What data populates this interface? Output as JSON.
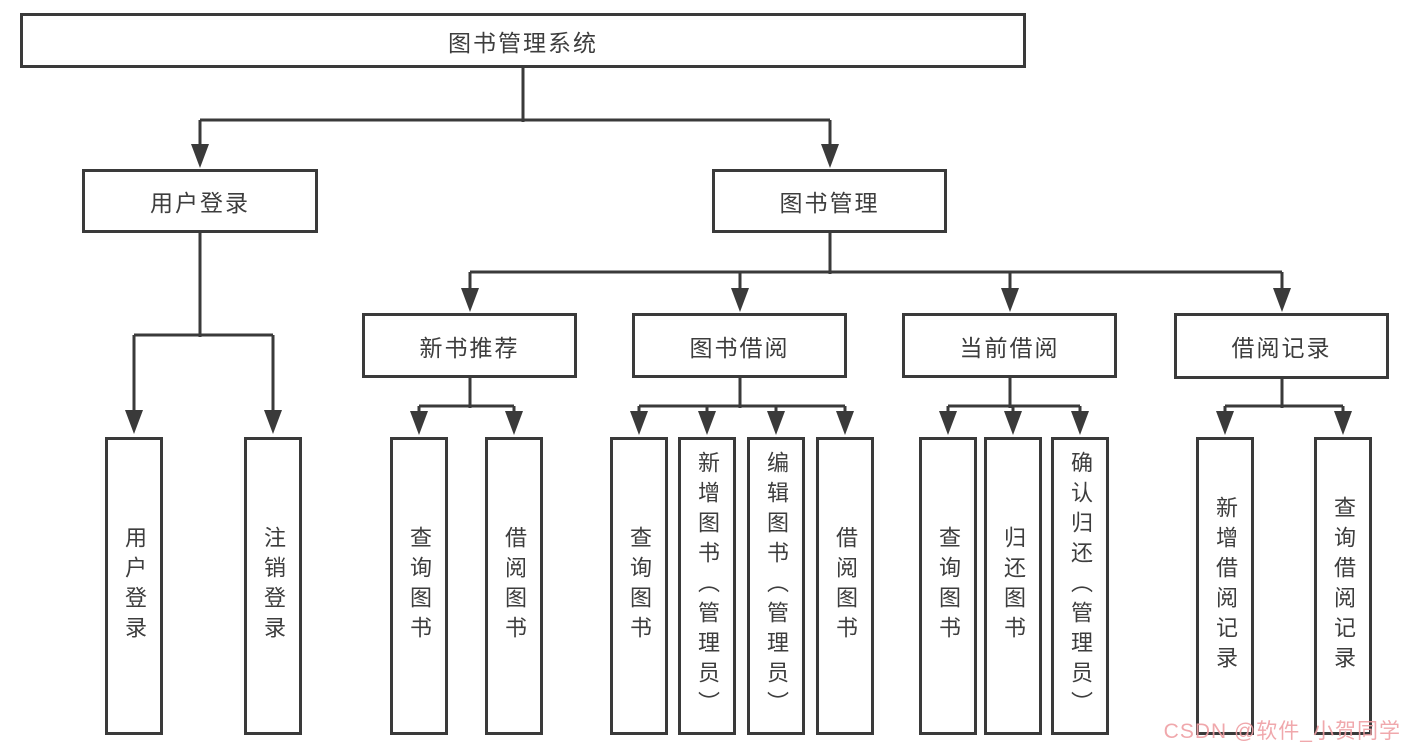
{
  "diagram": {
    "title": "图书管理系统",
    "nodes": {
      "root": {
        "label": "图书管理系统"
      },
      "level2": [
        {
          "label": "用户登录"
        },
        {
          "label": "图书管理"
        }
      ],
      "level3": [
        {
          "label": "新书推荐"
        },
        {
          "label": "图书借阅"
        },
        {
          "label": "当前借阅"
        },
        {
          "label": "借阅记录"
        }
      ],
      "level4": [
        {
          "label": "用户登录"
        },
        {
          "label": "注销登录"
        },
        {
          "label": "查询图书"
        },
        {
          "label": "借阅图书"
        },
        {
          "label": "查询图书"
        },
        {
          "label": "新增图书（管理员）"
        },
        {
          "label": "编辑图书（管理员）"
        },
        {
          "label": "借阅图书"
        },
        {
          "label": "查询图书"
        },
        {
          "label": "归还图书"
        },
        {
          "label": "确认归还（管理员）"
        },
        {
          "label": "新增借阅记录"
        },
        {
          "label": "查询借阅记录"
        }
      ]
    },
    "colors": {
      "line": "#3a3a3a",
      "text": "#3d3d3d",
      "background": "#ffffff",
      "watermark": "#ef9fa4"
    }
  },
  "watermark": {
    "text": "CSDN @软件_小贺同学"
  }
}
